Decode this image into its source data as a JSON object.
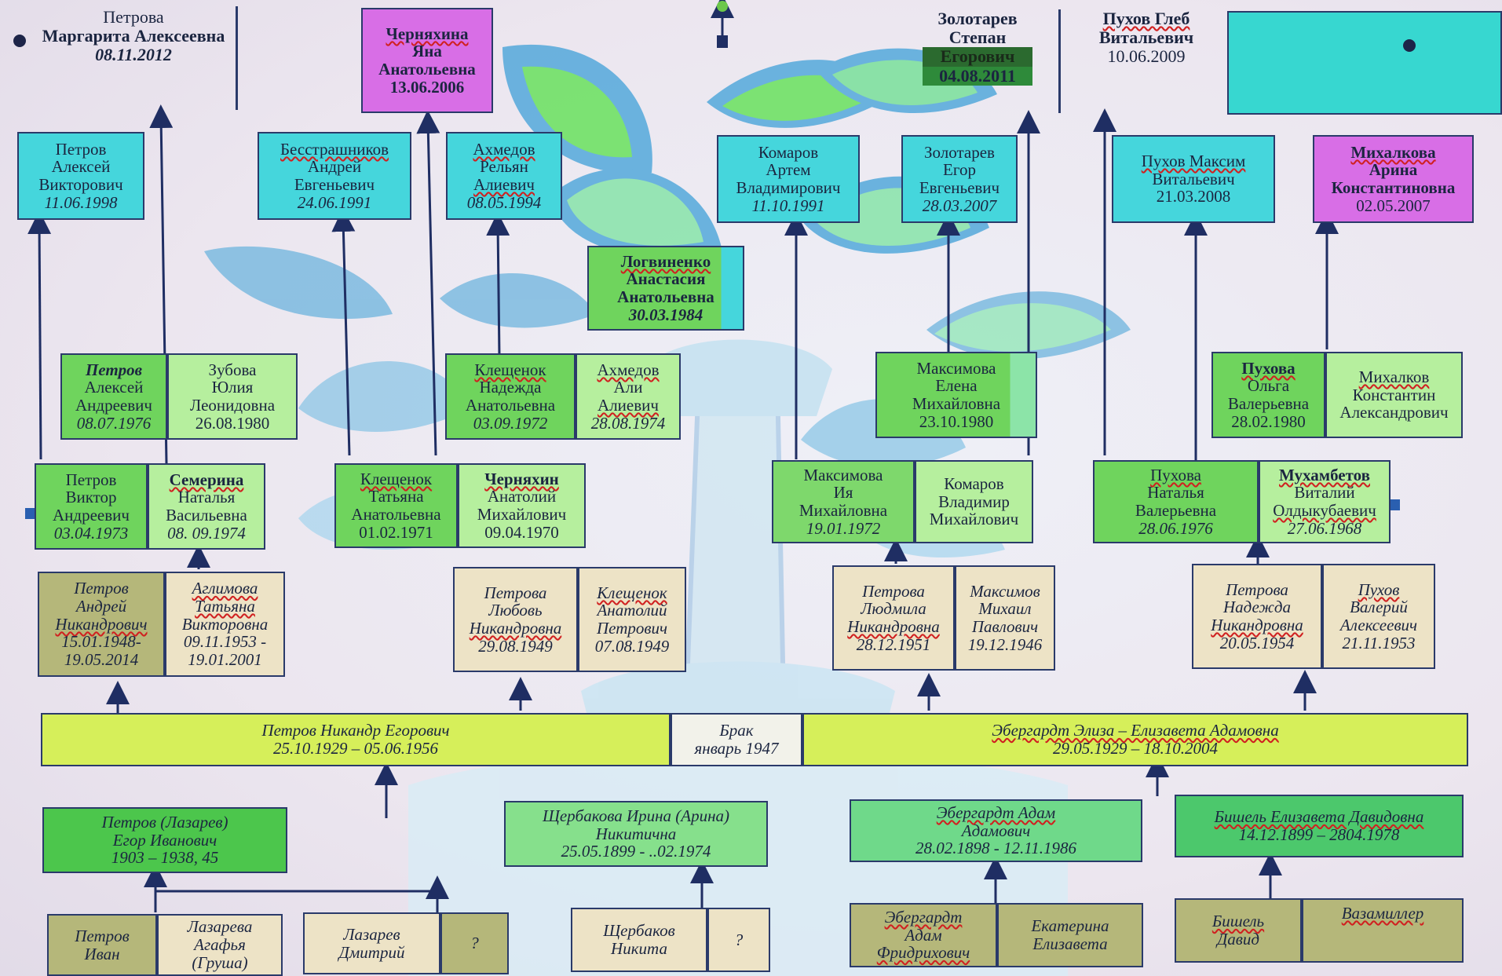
{
  "colors": {
    "cyan": "#45d6dc",
    "magenta": "#d86ee6",
    "green": "#6fd45d",
    "light_green": "#b6ef9e",
    "cream": "#ede3c6",
    "lime_bar": "#d6ef5a",
    "line": "#1f2e63"
  },
  "top": {
    "petrova": {
      "surname": "Петрова",
      "name": "Маргарита Алексеевна",
      "date": "08.11.2012"
    },
    "zolotarev": {
      "surname": "Золотарев",
      "name": "Степан",
      "patronymic": "Егорович",
      "date": "04.08.2011"
    },
    "pukhov": {
      "name": "Пухов Глеб",
      "patronymic": "Витальевич",
      "date": "10.06.2009"
    }
  },
  "gen4": {
    "chernyakina": {
      "l1": "Черняхина",
      "l2": "Яна",
      "l3": "Анатольевна",
      "date": "13.06.2006"
    },
    "petrov_aleksey": {
      "l1": "Петров",
      "l2": "Алексей",
      "l3": "Викторович",
      "date": "11.06.1998"
    },
    "besstrashnikov": {
      "l1": "Бесстрашников",
      "l2": "Андрей",
      "l3": "Евгеньевич",
      "date": "24.06.1991"
    },
    "azhdarov": {
      "l1": "Ахмедов",
      "l2": "Рельян",
      "l3": "Алиевич",
      "date": "08.05.1994"
    },
    "komarov": {
      "l1": "Комаров",
      "l2": "Артем",
      "l3": "Владимирович",
      "date": "11.10.1991"
    },
    "zolotarev_egor": {
      "l1": "Золотарев",
      "l2": "Егор",
      "l3": "Евгеньевич",
      "date": "28.03.2007"
    },
    "pukhov_maksim": {
      "l1": "Пухов Максим",
      "l2": "Витальевич",
      "date": "21.03.2008"
    },
    "mikhalkova": {
      "l1": "Михалкова",
      "l2": "Арина",
      "l3": "Константиновна",
      "date": "02.05.2007"
    },
    "logvinenko": {
      "l1": "Логвиненко",
      "l2": "Анастасия",
      "l3": "Анатольевна",
      "date": "30.03.1984"
    }
  },
  "gen3": {
    "petrov_aleksey_a": {
      "l1": "Петров",
      "l2": "Алексей",
      "l3": "Андреевич",
      "date": "08.07.1976"
    },
    "zubova": {
      "l1": "Зубова",
      "l2": "Юлия",
      "l3": "Леонидовна",
      "date": "26.08.1980"
    },
    "kleshchenok_nadezhda": {
      "l1": "Клещенок",
      "l2": "Надежда",
      "l3": "Анатольевна",
      "date": "03.09.1972"
    },
    "azhdarov_ali": {
      "l1": "Ахмедов",
      "l2": "Али",
      "l3": "Алиевич",
      "date": "28.08.1974"
    },
    "maksimova_elena": {
      "l1": "Максимова",
      "l2": "Елена",
      "l3": "Михайловна",
      "date": "23.10.1980"
    },
    "pukhova_olga": {
      "l1": "Пухова",
      "l2": "Ольга",
      "l3": "Валерьевна",
      "date": "28.02.1980"
    },
    "mikhalkov": {
      "l1": "Михалков",
      "l2": "Константин",
      "l3": "Александрович"
    }
  },
  "gen2": {
    "petrov_viktor": {
      "l1": "Петров",
      "l2": "Виктор",
      "l3": "Андреевич",
      "date": "03.04.1973"
    },
    "semerina": {
      "l1": "Семерина",
      "l2": "Наталья",
      "l3": "Васильевна",
      "date": "08. 09.1974"
    },
    "kleshchenok_tatyana": {
      "l1": "Клещенок",
      "l2": "Татьяна",
      "l3": "Анатольевна",
      "date": "01.02.1971"
    },
    "chernyakin": {
      "l1": "Черняхин",
      "l2": "Анатолий",
      "l3": "Михайлович",
      "date": "09.04.1970"
    },
    "maksimova_iya": {
      "l1": "Максимова",
      "l2": "Ия",
      "l3": "Михайловна",
      "date": "19.01.1972"
    },
    "komarov_vladimir": {
      "l1": "Комаров",
      "l2": "Владимир",
      "l3": "Михайлович"
    },
    "pukhova_natalya": {
      "l1": "Пухова",
      "l2": "Наталья",
      "l3": "Валерьевна",
      "date": "28.06.1976"
    },
    "mukhambetov": {
      "l1": "Мухамбетов",
      "l2": "Виталий",
      "l3": "Олдыкубаевич",
      "date": "27.06.1968"
    }
  },
  "gen1": {
    "petrov_andrey": {
      "l1": "Петров",
      "l2": "Андрей",
      "l3": "Никандрович",
      "date": "15.01.1948-",
      "date2": "19.05.2014"
    },
    "tatyana_v": {
      "l1": "Аглимова",
      "l2": "Татьяна",
      "l3": "Викторовна",
      "date": "09.11.1953 -",
      "date2": "19.01.2001"
    },
    "petrova_lyubov": {
      "l1": "Петрова",
      "l2": "Любовь",
      "l3": "Никандровна",
      "date": "29.08.1949"
    },
    "kleshchenok_anatoliy": {
      "l1": "Клещенок",
      "l2": "Анатолий",
      "l3": "Петрович",
      "date": "07.08.1949"
    },
    "petrova_lyudmila": {
      "l1": "Петрова",
      "l2": "Людмила",
      "l3": "Никандровна",
      "date": "28.12.1951"
    },
    "maksimov_mikhail": {
      "l1": "Максимов",
      "l2": "Михаил",
      "l3": "Павлович",
      "date": "19.12.1946"
    },
    "petrova_nadezhda": {
      "l1": "Петрова",
      "l2": "Надежда",
      "l3": "Никандровна",
      "date": "20.05.1954"
    },
    "pukhov_valeriy": {
      "l1": "Пухов",
      "l2": "Валерий",
      "l3": "Алексеевич",
      "date": "21.11.1953"
    }
  },
  "founders": {
    "left": {
      "name": "Петров Никандр Егорович",
      "dates": "25.10.1929 – 05.06.1956"
    },
    "marriage": {
      "l1": "Брак",
      "l2": "январь 1947"
    },
    "right": {
      "name": "Эбергардт Элиза – Елизавета Адамовна",
      "dates": "29.05.1929 – 18.10.2004"
    }
  },
  "gen0": {
    "petrov_egor": {
      "l1": "Петров (Лазарев)",
      "l2": "Егор Иванович",
      "l3": "1903 – 1938, 45"
    },
    "shcherbakova": {
      "l1": "Щербакова Ирина (Арина)",
      "l2": "Никитична",
      "l3": "25.05.1899 -  ..02.1974"
    },
    "ebergardt_adam": {
      "l1": "Эбергардт  Адам",
      "l2": "Адамович",
      "l3": "28.02.1898 - 12.11.1986"
    },
    "bishel": {
      "l1": "Бишель Елизавета Давидовна",
      "l2": "14.12.1899 – 2804.1978"
    }
  },
  "gen_minus1": {
    "petrov_ivan": {
      "l1": "Петров",
      "l2": "Иван"
    },
    "lazareva": {
      "l1": "Лазарева",
      "l2": "Агафья",
      "l3": "(Груша)"
    },
    "lazarev": {
      "l1": "Лазарев",
      "l2": "Дмитрий"
    },
    "unknown1": "?",
    "shcherbakov": {
      "l1": "Щербаков",
      "l2": "Никита"
    },
    "unknown2": "?",
    "ebergardt_old": {
      "l1": "Эбергардт",
      "l2": "Адам",
      "l3": "Фридрихович"
    },
    "ekaterina": {
      "l1": "Екатерина",
      "l2": "Елизавета"
    },
    "bishel_david": {
      "l1": "Бишель",
      "l2": "Давид"
    },
    "vazamiller": {
      "l1": "Вазамиллер"
    }
  }
}
